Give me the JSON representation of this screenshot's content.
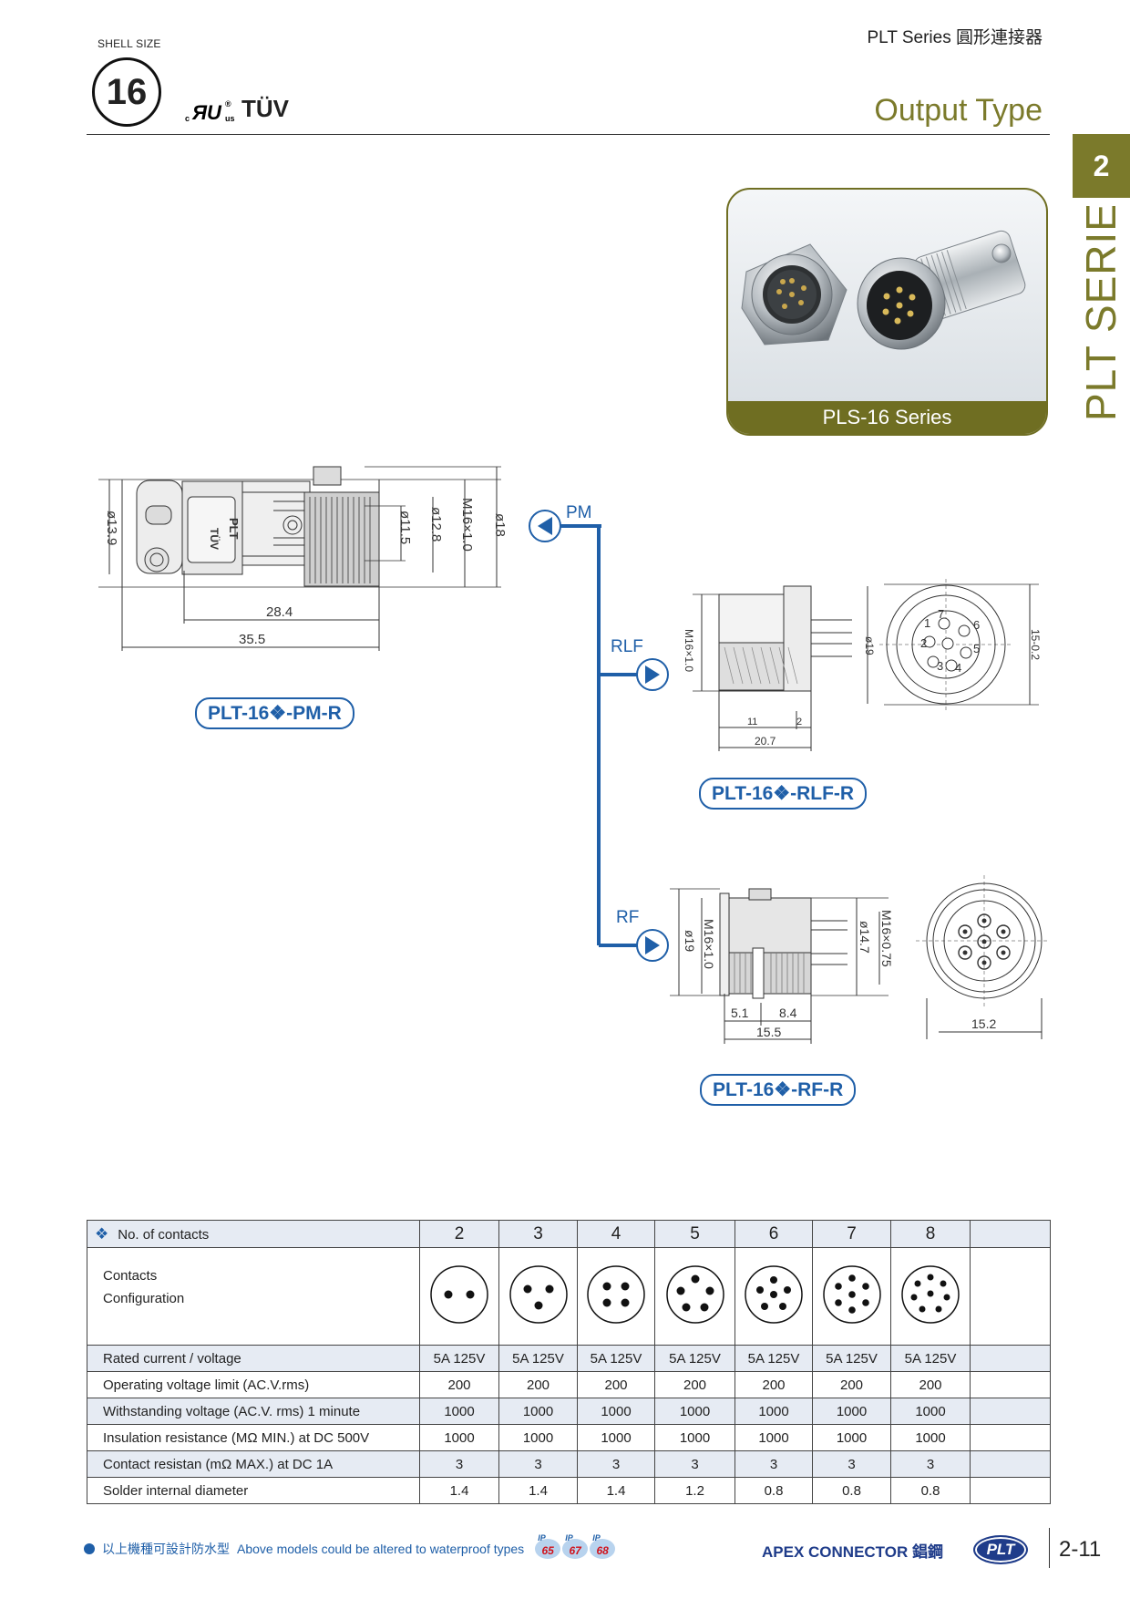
{
  "header": {
    "shell_size_label": "SHELL SIZE",
    "shell_size": "16",
    "cert_ul": "cRU us",
    "cert_tuv": "TÜV",
    "series_title": "PLT Series 圓形連接器",
    "section_title": "Output Type",
    "chapter_number": "2",
    "side_title": "PLT SERIES"
  },
  "photo": {
    "caption": "PLS-16 Series"
  },
  "drawings": {
    "pm": {
      "model": "PLT-16❖-PM-R",
      "branch": "PM",
      "dims": [
        "ø13.9",
        "ø11.5",
        "ø12.8",
        "M16×1.0",
        "ø18",
        "28.4",
        "35.5"
      ]
    },
    "rlf": {
      "model": "PLT-16❖-RLF-R",
      "branch": "RLF",
      "dims": [
        "M16×1.0",
        "ø19",
        "11",
        "2",
        "20.7",
        "15-0.2"
      ],
      "pins": [
        "1",
        "2",
        "3",
        "4",
        "5",
        "6",
        "7"
      ]
    },
    "rf": {
      "model": "PLT-16❖-RF-R",
      "branch": "RF",
      "dims": [
        "ø19",
        "M16×1.0",
        "M16×0.75",
        "ø14.7",
        "5.1",
        "8.4",
        "15.5",
        "15.2"
      ]
    }
  },
  "spec_table": {
    "header_label": "No. of contacts",
    "contacts": [
      "2",
      "3",
      "4",
      "5",
      "6",
      "7",
      "8"
    ],
    "config_label_line1": "Contacts",
    "config_label_line2": "Configuration",
    "rows": [
      {
        "label": "Rated current / voltage",
        "values": [
          "5A 125V",
          "5A 125V",
          "5A 125V",
          "5A 125V",
          "5A 125V",
          "5A 125V",
          "5A 125V"
        ]
      },
      {
        "label": "Operating voltage limit (AC.V.rms)",
        "values": [
          "200",
          "200",
          "200",
          "200",
          "200",
          "200",
          "200"
        ]
      },
      {
        "label": "Withstanding voltage (AC.V. rms) 1 minute",
        "values": [
          "1000",
          "1000",
          "1000",
          "1000",
          "1000",
          "1000",
          "1000"
        ]
      },
      {
        "label": "Insulation resistance (MΩ MIN.) at DC 500V",
        "values": [
          "1000",
          "1000",
          "1000",
          "1000",
          "1000",
          "1000",
          "1000"
        ]
      },
      {
        "label": "Contact resistan (mΩ MAX.) at DC 1A",
        "values": [
          "3",
          "3",
          "3",
          "3",
          "3",
          "3",
          "3"
        ]
      },
      {
        "label": "Solder internal diameter",
        "values": [
          "1.4",
          "1.4",
          "1.4",
          "1.2",
          "0.8",
          "0.8",
          "0.8"
        ]
      }
    ]
  },
  "footer": {
    "note_cn": "以上機種可設計防水型",
    "note_en": "Above models could be altered to waterproof types",
    "ip_ratings": [
      "65",
      "67",
      "68"
    ],
    "ip_prefix": "IP",
    "brand_text": "APEX CONNECTOR 錩鋼",
    "logo_text": "PLT",
    "page_number": "2-11"
  },
  "colors": {
    "olive": "#7b7a2b",
    "blue": "#1f5fa8",
    "table_shade": "#e6ebf3"
  }
}
